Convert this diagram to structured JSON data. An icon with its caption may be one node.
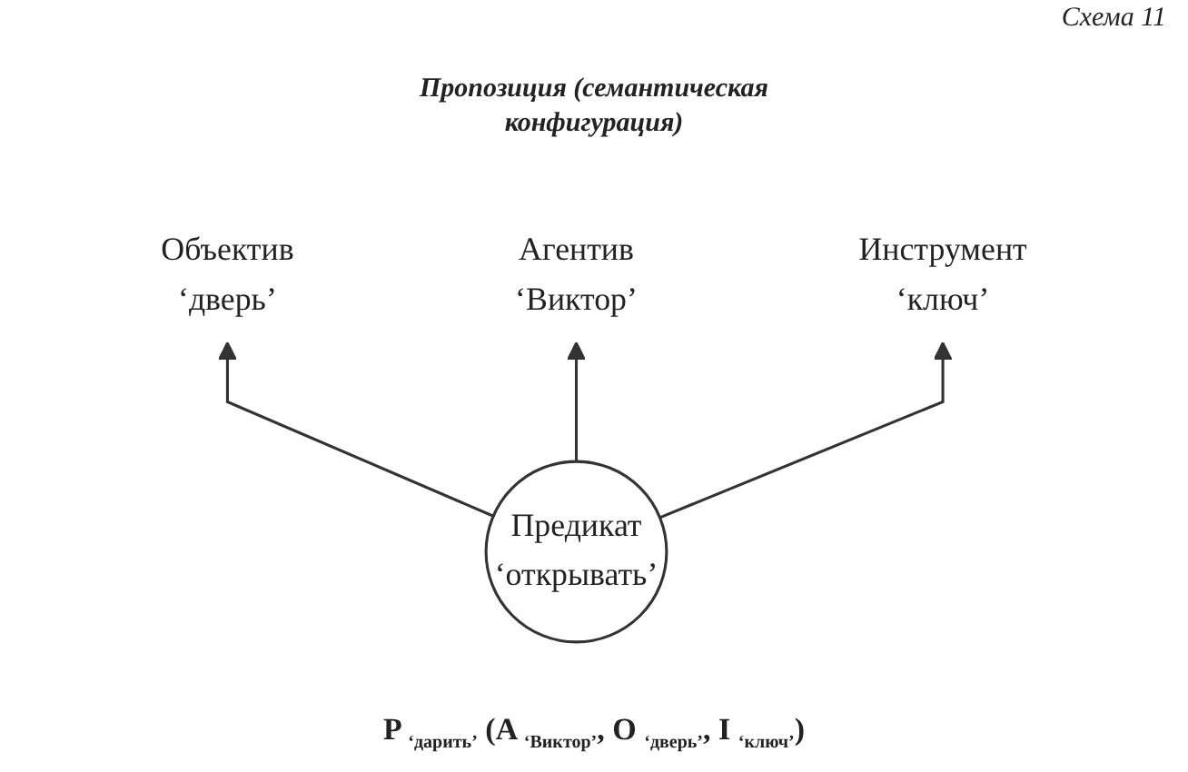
{
  "diagram": {
    "title": "Пропозиция (семантическая конфигурация)",
    "nodes": [
      {
        "text": [
          "Агентив",
          "‘Виктор’"
        ]
      },
      {
        "text": [
          "Объектив",
          "‘дверь’"
        ]
      },
      {
        "text": [
          "Предикат",
          "‘открывать’"
        ]
      },
      {
        "text": [
          "Инструмент",
          "‘ключ’"
        ]
      }
    ],
    "edges": [
      {
        "from": 2,
        "to": 1,
        "arrow": "to"
      },
      {
        "from": 2,
        "to": 0,
        "arrow": "to"
      },
      {
        "from": 2,
        "to": 3,
        "arrow": "to"
      }
    ],
    "labels": [
      "Схема 11",
      "P $_{‘дарить’}$ (A $_{‘Виктор’}$, O $_{‘дверь’}$, I $_{‘ключ’}$)"
    ]
  }
}
